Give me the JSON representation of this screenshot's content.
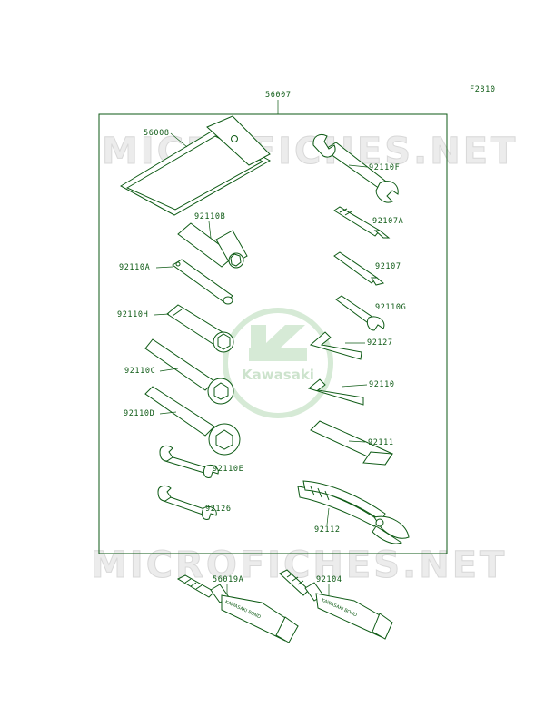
{
  "diagram": {
    "figure_code": "F2810",
    "assembly_label": "56007",
    "watermark_text": "MICROFICHES.NET",
    "logo_text": "Kawasaki",
    "tube_print": "KAWASAKI BOND",
    "line_color": "#0d5a14"
  },
  "parts": [
    {
      "id": "56008",
      "name": "tool-bag"
    },
    {
      "id": "92110F",
      "name": "open-end-wrench-f"
    },
    {
      "id": "92110B",
      "name": "spark-plug-wrench"
    },
    {
      "id": "92107A",
      "name": "screwdriver-bit-a"
    },
    {
      "id": "92110A",
      "name": "box-wrench-rod-a"
    },
    {
      "id": "92107",
      "name": "screwdriver-bit"
    },
    {
      "id": "92110G",
      "name": "small-wrench-g"
    },
    {
      "id": "92110H",
      "name": "box-wrench-h"
    },
    {
      "id": "92127",
      "name": "hex-wrench-92127"
    },
    {
      "id": "92110C",
      "name": "ring-wrench-c"
    },
    {
      "id": "92110",
      "name": "hex-wrench-92110"
    },
    {
      "id": "92110D",
      "name": "ring-wrench-d"
    },
    {
      "id": "92111",
      "name": "screwdriver-handle"
    },
    {
      "id": "92110E",
      "name": "double-open-wrench-e"
    },
    {
      "id": "92126",
      "name": "double-open-wrench-92126"
    },
    {
      "id": "92112",
      "name": "pliers"
    },
    {
      "id": "56019A",
      "name": "bond-tube-56019a"
    },
    {
      "id": "92104",
      "name": "bond-tube-92104"
    }
  ]
}
